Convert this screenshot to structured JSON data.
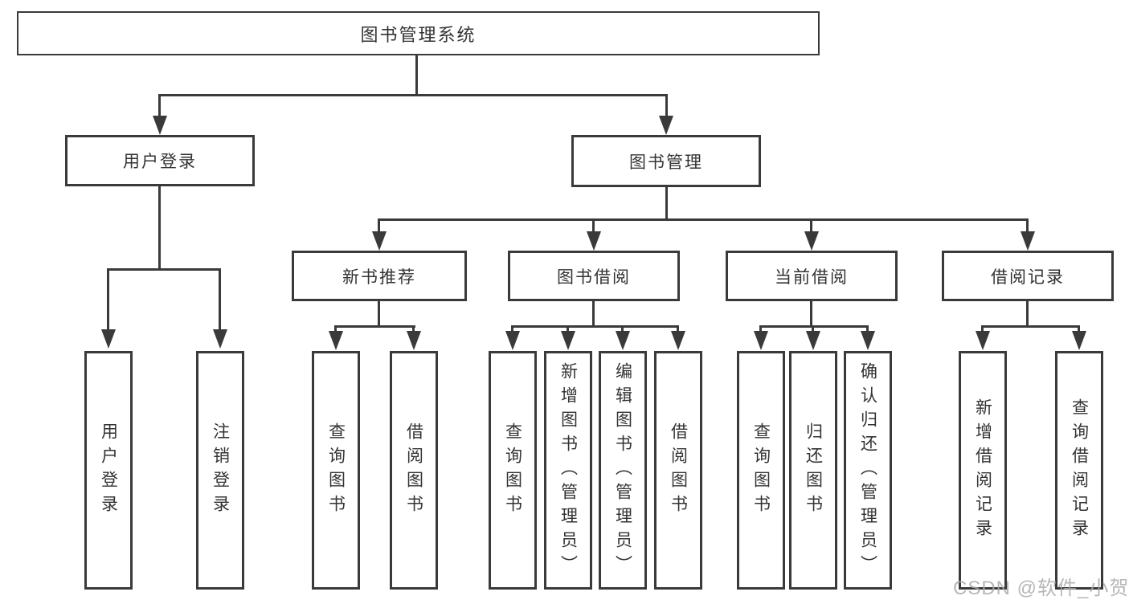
{
  "diagram": {
    "root": {
      "label": "图书管理系统"
    },
    "user_login": {
      "label": "用户登录",
      "children": [
        "用户登录",
        "注销登录"
      ]
    },
    "book_management": {
      "label": "图书管理",
      "sections": [
        {
          "label": "新书推荐",
          "children": [
            "查询图书",
            "借阅图书"
          ]
        },
        {
          "label": "图书借阅",
          "children": [
            "查询图书",
            "新增图书（管理员）",
            "编辑图书（管理员）",
            "借阅图书"
          ]
        },
        {
          "label": "当前借阅",
          "children": [
            "查询图书",
            "归还图书",
            "确认归还（管理员）"
          ]
        },
        {
          "label": "借阅记录",
          "children": [
            "新增借阅记录",
            "查询借阅记录"
          ]
        }
      ]
    }
  },
  "watermark": {
    "text": "CSDN @软件_小贺同学"
  },
  "colors": {
    "background": "#ffffff",
    "line": "#3a3a3a",
    "text": "#333333",
    "watermark": "#aaaaaa"
  }
}
